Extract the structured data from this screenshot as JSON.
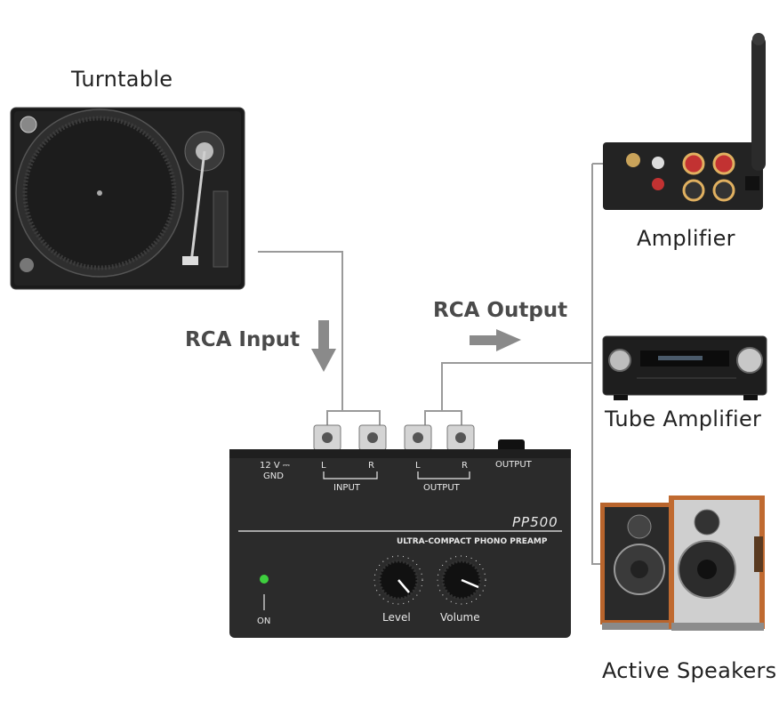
{
  "labels": {
    "turntable": "Turntable",
    "amplifier": "Amplifier",
    "tube_amplifier": "Tube Amplifier",
    "active_speakers": "Active Speakers",
    "rca_input": "RCA Input",
    "rca_output": "RCA Output"
  },
  "preamp": {
    "power": "12 V ⎓",
    "gnd": "GND",
    "left": "L",
    "right": "R",
    "input": "INPUT",
    "output_jacks": "OUTPUT",
    "output_port": "OUTPUT",
    "model": "PP500",
    "subtitle": "ULTRA-COMPACT PHONO PREAMP",
    "level": "Level",
    "volume": "Volume",
    "on": "ON"
  },
  "colors": {
    "line": "#9a9a9a",
    "arrow": "#8a8a8a",
    "preamp_body": "#2b2b2b",
    "led": "#3ecf3e",
    "wood": "#b8642c"
  },
  "icons": [
    "turntable-icon",
    "amplifier-icon",
    "tube-amplifier-icon",
    "speakers-icon",
    "preamp-icon",
    "down-arrow-icon",
    "right-arrow-icon"
  ]
}
